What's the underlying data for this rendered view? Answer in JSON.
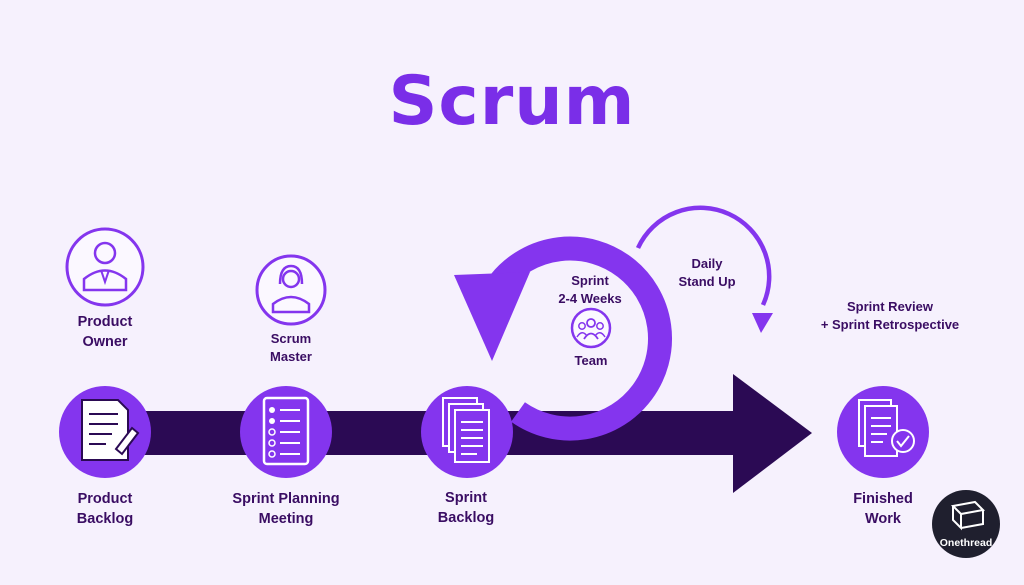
{
  "title": "Scrum",
  "roles": {
    "product_owner": [
      "Product",
      "Owner"
    ],
    "scrum_master": [
      "Scrum",
      "Master"
    ]
  },
  "steps": {
    "product_backlog": [
      "Product",
      "Backlog"
    ],
    "sprint_planning": [
      "Sprint Planning",
      "Meeting"
    ],
    "sprint_backlog": [
      "Sprint",
      "Backlog"
    ],
    "finished_work": [
      "Finished",
      "Work"
    ]
  },
  "cycle": {
    "sprint": [
      "Sprint",
      "2-4 Weeks"
    ],
    "team": "Team",
    "daily": [
      "Daily",
      "Stand Up"
    ]
  },
  "review": [
    "Sprint Review",
    "+ Sprint Retrospective"
  ],
  "brand": "Onethread",
  "icons": [
    "person-icon",
    "woman-icon",
    "document-pencil-icon",
    "checklist-icon",
    "stacked-documents-icon",
    "team-icon",
    "document-check-icon",
    "onethread-logo-icon"
  ],
  "colors": {
    "background": "#f6f1fd",
    "accent": "#8435ee",
    "dark_arrow": "#2b0a54",
    "text": "#3a0d63"
  }
}
